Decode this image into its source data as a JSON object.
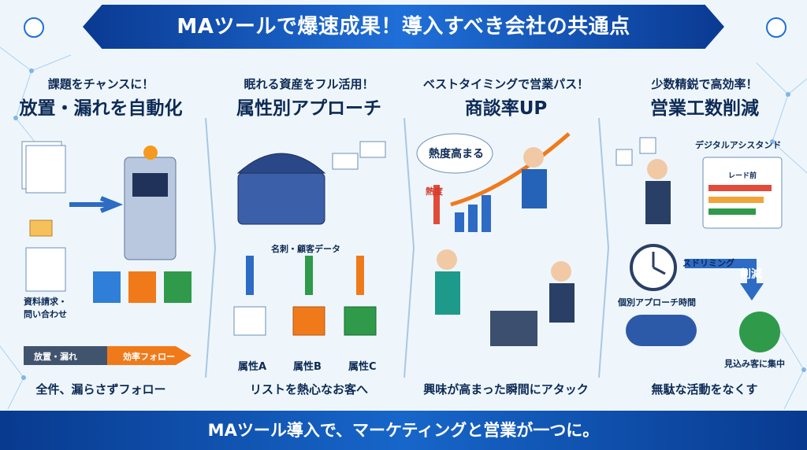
{
  "header": {
    "title": "MAツールで爆速成果！導入すべき会社の共通点"
  },
  "columns": [
    {
      "subtitle": "課題をチャンスに！",
      "heading": "放置・漏れを自動化",
      "labels": {
        "inbox": "資料請求・\n問い合わせ",
        "arrow_left": "放置・漏れ",
        "arrow_right": "効率フォロー"
      },
      "caption": "全件、漏らさずフォロー"
    },
    {
      "subtitle": "眠れる資産をフル活用！",
      "heading": "属性別アプローチ",
      "labels": {
        "data": "名刺・顧客データ",
        "a": "属性A",
        "b": "属性B",
        "c": "属性C"
      },
      "caption": "リストを熱心なお客へ"
    },
    {
      "subtitle": "ベストタイミングで営業パス！",
      "heading": "商談率UP",
      "labels": {
        "bubble": "熱度高まる",
        "gauge": "熱度"
      },
      "caption": "興味が高まった瞬間にアタック"
    },
    {
      "subtitle": "少数精鋭で高効率！",
      "heading": "営業工数削減",
      "labels": {
        "assistant": "デジタルアシスタンド",
        "screen": "レード前",
        "streaming": "スドリミング",
        "cut": "削減",
        "time": "個別アプローチ時間",
        "focus": "見込み客に集中"
      },
      "caption": "無駄な活動をなくす"
    }
  ],
  "footer": {
    "text": "MAツール導入で、マーケティングと営業が一つに。"
  },
  "colors": {
    "navy": "#0d2a55",
    "blue": "#1f6fd8",
    "orange": "#f07a1a",
    "green": "#2e9a4a"
  }
}
